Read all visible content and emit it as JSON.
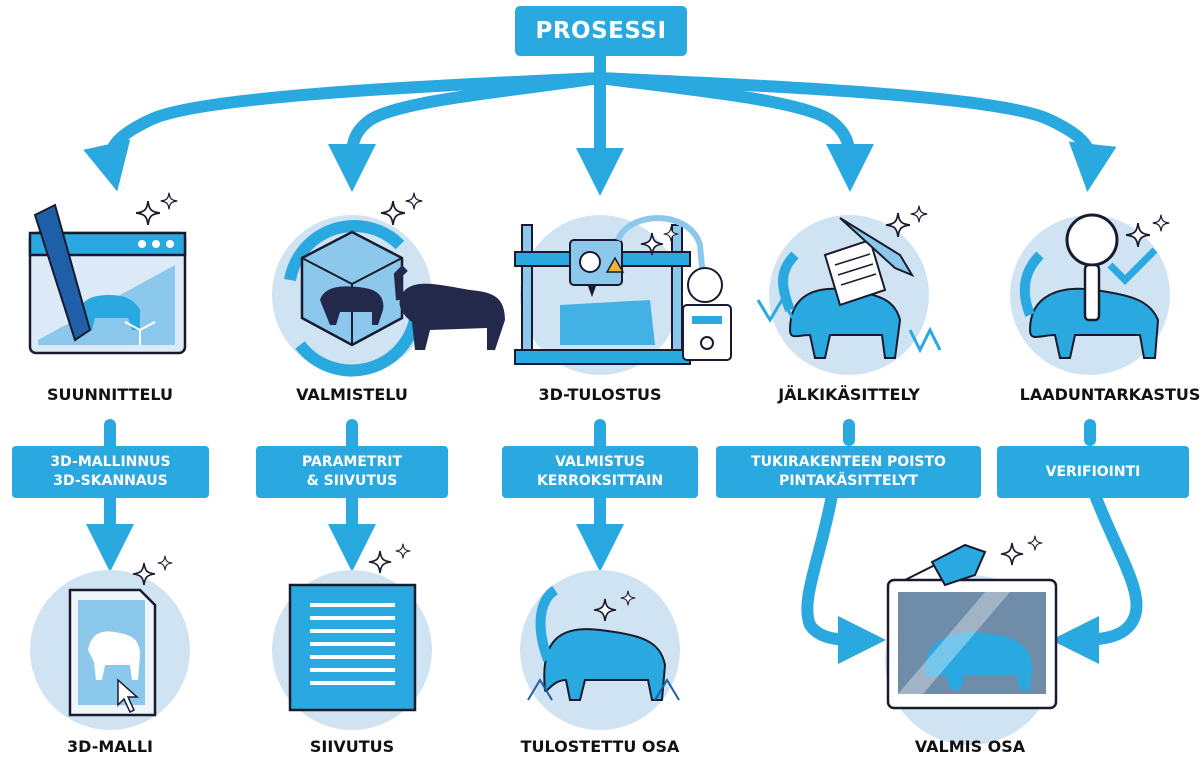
{
  "title": "PROSESSI",
  "stages": [
    {
      "label": "SUUNNITTELU",
      "step": [
        "3D-MALLINNUS",
        "3D-SKANNAUS"
      ],
      "result": "3D-MALLI",
      "icon": "design-icon"
    },
    {
      "label": "VALMISTELU",
      "step": [
        "PARAMETRIT",
        "& SIIVUTUS"
      ],
      "result": "SIIVUTUS",
      "icon": "preparation-icon"
    },
    {
      "label": "3D-TULOSTUS",
      "step": [
        "VALMISTUS",
        "KERROKSITTAIN"
      ],
      "result": "TULOSTETTU OSA",
      "icon": "3d-printer-icon"
    },
    {
      "label": "JÄLKIKÄSITTELY",
      "step": [
        "TUKIRAKENTEEN POISTO",
        "PINTAKÄSITTELYT"
      ],
      "icon": "post-processing-icon"
    },
    {
      "label": "LAADUNTARKASTUS",
      "step": [
        "VERIFIOINTI"
      ],
      "icon": "quality-inspection-icon"
    }
  ],
  "final_result": "VALMIS OSA",
  "colors": {
    "accent": "#2aa8e0",
    "dark_blue": "#1f5fa8",
    "light_circle": "#cfe3f3",
    "navy": "#23294a"
  }
}
